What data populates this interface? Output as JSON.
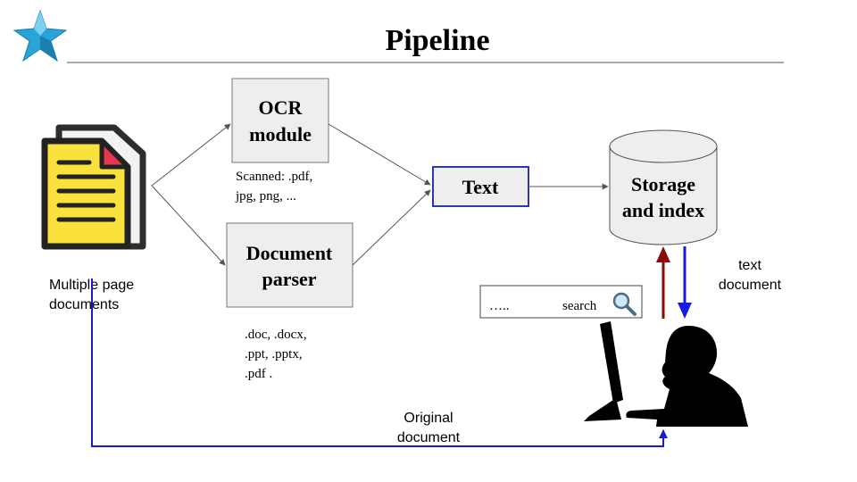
{
  "title": "Pipeline",
  "colors": {
    "doc_yellow": "#fbe13c",
    "doc_outline": "#222222",
    "doc_fold": "#e5374f",
    "box_fill": "#eeeeee",
    "text_box_border": "#2b3aa6",
    "up_arrow": "#8b0a0a",
    "down_arrow": "#1a1ae6",
    "original_line": "#1a1ad8",
    "star": "#2aa3d8"
  },
  "icons": {
    "logo": "star-logo-icon",
    "documents": "documents-icon",
    "search": "magnifier-icon",
    "user": "user-at-computer-icon",
    "database": "database-cylinder-icon"
  },
  "documents": {
    "label_line1": "Multiple page",
    "label_line2": "documents"
  },
  "ocr": {
    "line1": "OCR",
    "line2": "module",
    "note_line1": "Scanned: .pdf,",
    "note_line2": "jpg, png, ..."
  },
  "parser": {
    "line1": "Document",
    "line2": "parser",
    "note_line1": ".doc, .docx,",
    "note_line2": ".ppt, .pptx,",
    "note_line3": ".pdf ."
  },
  "text_box": {
    "label": "Text"
  },
  "storage": {
    "line1": "Storage",
    "line2": "and index"
  },
  "text_document": {
    "line1": "text",
    "line2": "document"
  },
  "search": {
    "placeholder": "…..",
    "label": "search"
  },
  "original_document": {
    "line1": "Original",
    "line2": "document"
  }
}
